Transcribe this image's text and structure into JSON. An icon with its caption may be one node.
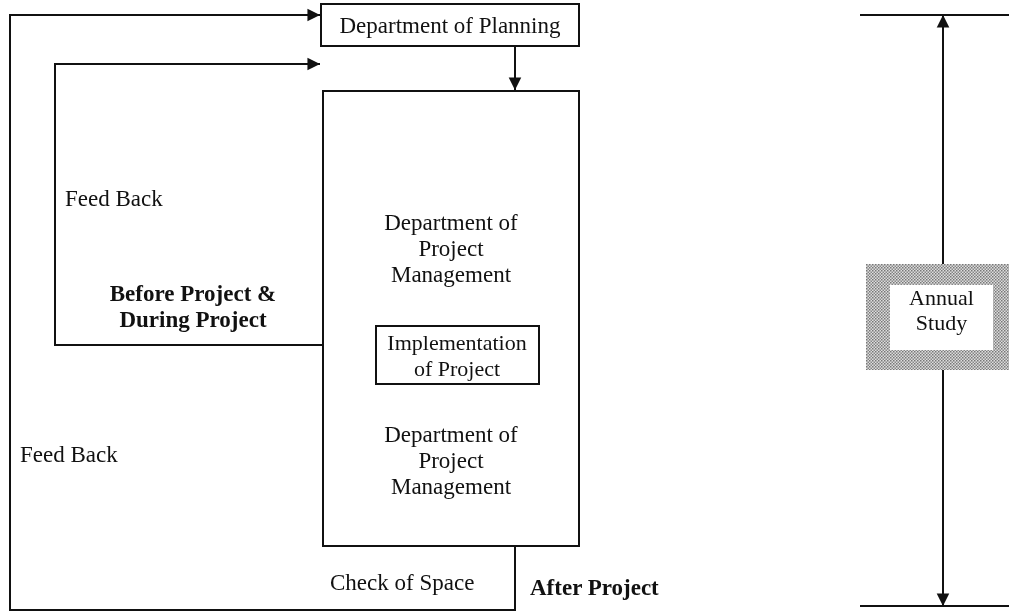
{
  "diagram": {
    "nodes": [
      {
        "text": [
          "Department of Planning"
        ]
      },
      {
        "text": [
          "Department of Project Management",
          "Department of Project Management"
        ]
      },
      {
        "text": [
          "Implementation of Project"
        ],
        "in": 1
      },
      {
        "text": [
          "Annual Study"
        ]
      }
    ],
    "edges": [
      {
        "from": 0,
        "to": 1,
        "arrow": "to"
      },
      {
        "from": 1,
        "to": 0,
        "arrow": "to"
      },
      {
        "from": 1,
        "to": 0,
        "arrow": "to"
      }
    ],
    "labels": [
      "Feed Back",
      "Before Project & During Project",
      "Feed Back",
      "Check of Space",
      "After Project"
    ]
  }
}
